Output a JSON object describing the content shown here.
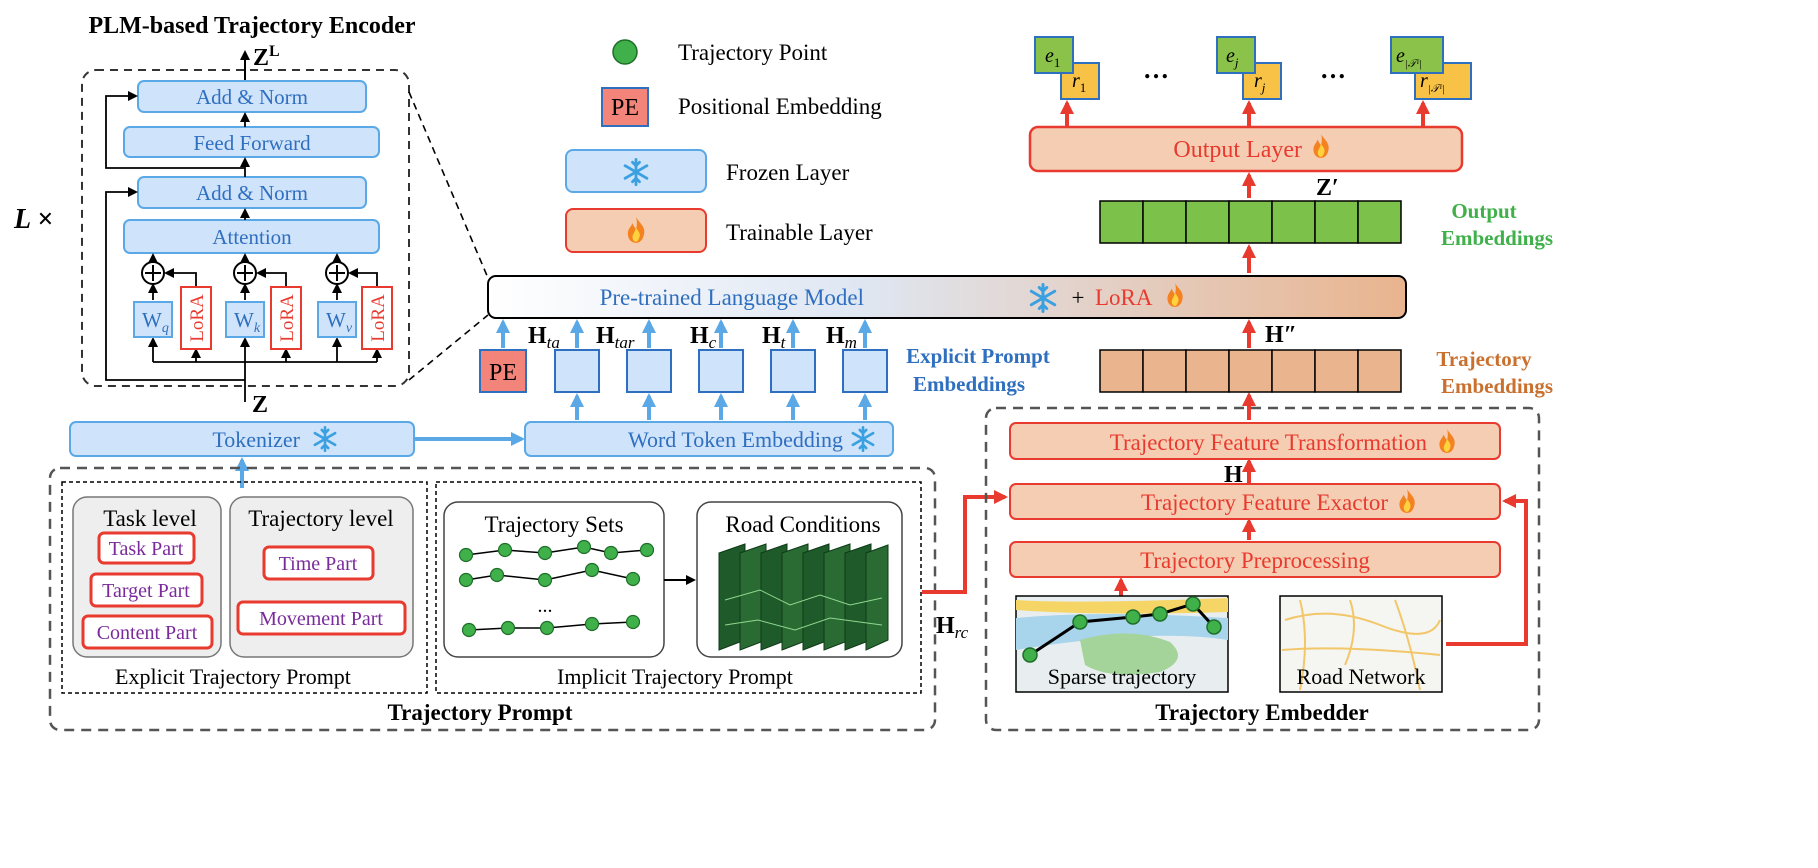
{
  "encoder": {
    "title": "PLM-based Trajectory Encoder",
    "output_label": "Z",
    "output_sup": "L",
    "input_label": "Z",
    "repeat_label": "L ×",
    "add_norm_top": "Add & Norm",
    "feed_forward": "Feed Forward",
    "add_norm_bottom": "Add & Norm",
    "attention": "Attention",
    "wq": "W",
    "wq_sub": "q",
    "wk": "W",
    "wk_sub": "k",
    "wv": "W",
    "wv_sub": "v",
    "lora": "LoRA"
  },
  "legend": {
    "trajectory_point": "Trajectory Point",
    "pe_box": "PE",
    "positional_embedding": "Positional Embedding",
    "frozen_layer": "Frozen Layer",
    "trainable_layer": "Trainable Layer"
  },
  "icons": {
    "frozen": "snowflake-icon",
    "trainable": "flame-icon"
  },
  "plm": {
    "label": "Pre-trained Language Model",
    "plus": "+",
    "lora": "LoRA"
  },
  "prompt_embeddings": {
    "pe": "PE",
    "h_ta": "H",
    "h_ta_sub": "ta",
    "h_tar": "H",
    "h_tar_sub": "tar",
    "h_c": "H",
    "h_c_sub": "c",
    "h_t": "H",
    "h_t_sub": "t",
    "h_m": "H",
    "h_m_sub": "m",
    "label_line1": "Explicit Prompt",
    "label_line2": "Embeddings"
  },
  "tokenizer": "Tokenizer",
  "word_token_embedding": "Word Token Embedding",
  "output": {
    "layer": "Output Layer",
    "z_prime": "Z′",
    "label_line1": "Output",
    "label_line2": "Embeddings",
    "e1": "e",
    "e1_sub": "1",
    "r1": "r",
    "r1_sub": "1",
    "ej": "e",
    "ej_sub": "j",
    "rj": "r",
    "rj_sub": "j",
    "en": "e",
    "en_sub": "|𝒯ᵋ|",
    "rn": "r",
    "rn_sub": "|𝒯ᵋ|",
    "ellipsis": "…"
  },
  "trajectory_embeddings": {
    "h_dd": "H″",
    "label_line1": "Trajectory",
    "label_line2": "Embeddings"
  },
  "embedder": {
    "title": "Trajectory Embedder",
    "feature_transformation": "Trajectory Feature Transformation",
    "h_label": "H",
    "feature_exactor": "Trajectory Feature Exactor",
    "preprocessing": "Trajectory Preprocessing",
    "sparse_trajectory": "Sparse trajectory",
    "road_network": "Road Network"
  },
  "prompt": {
    "title": "Trajectory Prompt",
    "explicit_title": "Explicit Trajectory Prompt",
    "task_level": "Task level",
    "trajectory_level": "Trajectory level",
    "task_part": "Task Part",
    "target_part": "Target Part",
    "content_part": "Content Part",
    "time_part": "Time Part",
    "movement_part": "Movement Part",
    "implicit_title": "Implicit Trajectory Prompt",
    "trajectory_sets": "Trajectory Sets",
    "road_conditions": "Road Conditions",
    "ellipsis": "...",
    "h_rc": "H",
    "h_rc_sub": "rc"
  },
  "colors": {
    "frozen_fill": "#cfe3fa",
    "frozen_stroke": "#5aa9e6",
    "trainable_fill": "#f4cdb3",
    "trainable_stroke": "#e83a2e",
    "blue_text": "#2f6fbf",
    "red_text": "#e83a2e",
    "green_embed": "#7cc24a",
    "orange_embed": "#e9b48e",
    "point_green": "#3fb04a"
  }
}
